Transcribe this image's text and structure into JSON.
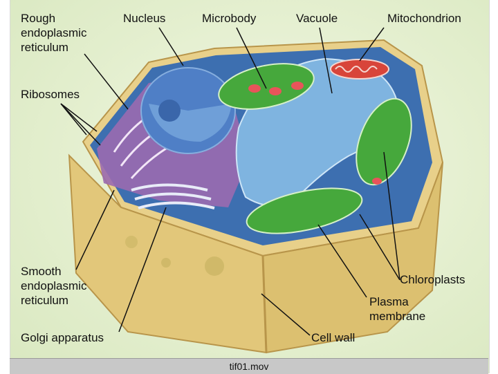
{
  "labels": {
    "rough_er": "Rough\nendoplasmic\nreticulum",
    "nucleus": "Nucleus",
    "microbody": "Microbody",
    "vacuole": "Vacuole",
    "mitochondrion": "Mitochondrion",
    "ribosomes": "Ribosomes",
    "smooth_er": "Smooth\nendoplasmic\nreticulum",
    "golgi": "Golgi apparatus",
    "chloroplasts": "Chloroplasts",
    "plasma_membrane": "Plasma\nmembrane",
    "cell_wall": "Cell wall"
  },
  "status_bar": {
    "filename": "tif01.mov"
  },
  "colors": {
    "cell_wall": "#e2c77a",
    "cytoplasm": "#3d6fb0",
    "vacuole": "#7fb4e0",
    "nucleus": "#4f7fc6",
    "chloroplast": "#46a83c",
    "er": "#9a6ab0",
    "mitochondrion": "#d8453a",
    "microbody": "#e8545a"
  }
}
